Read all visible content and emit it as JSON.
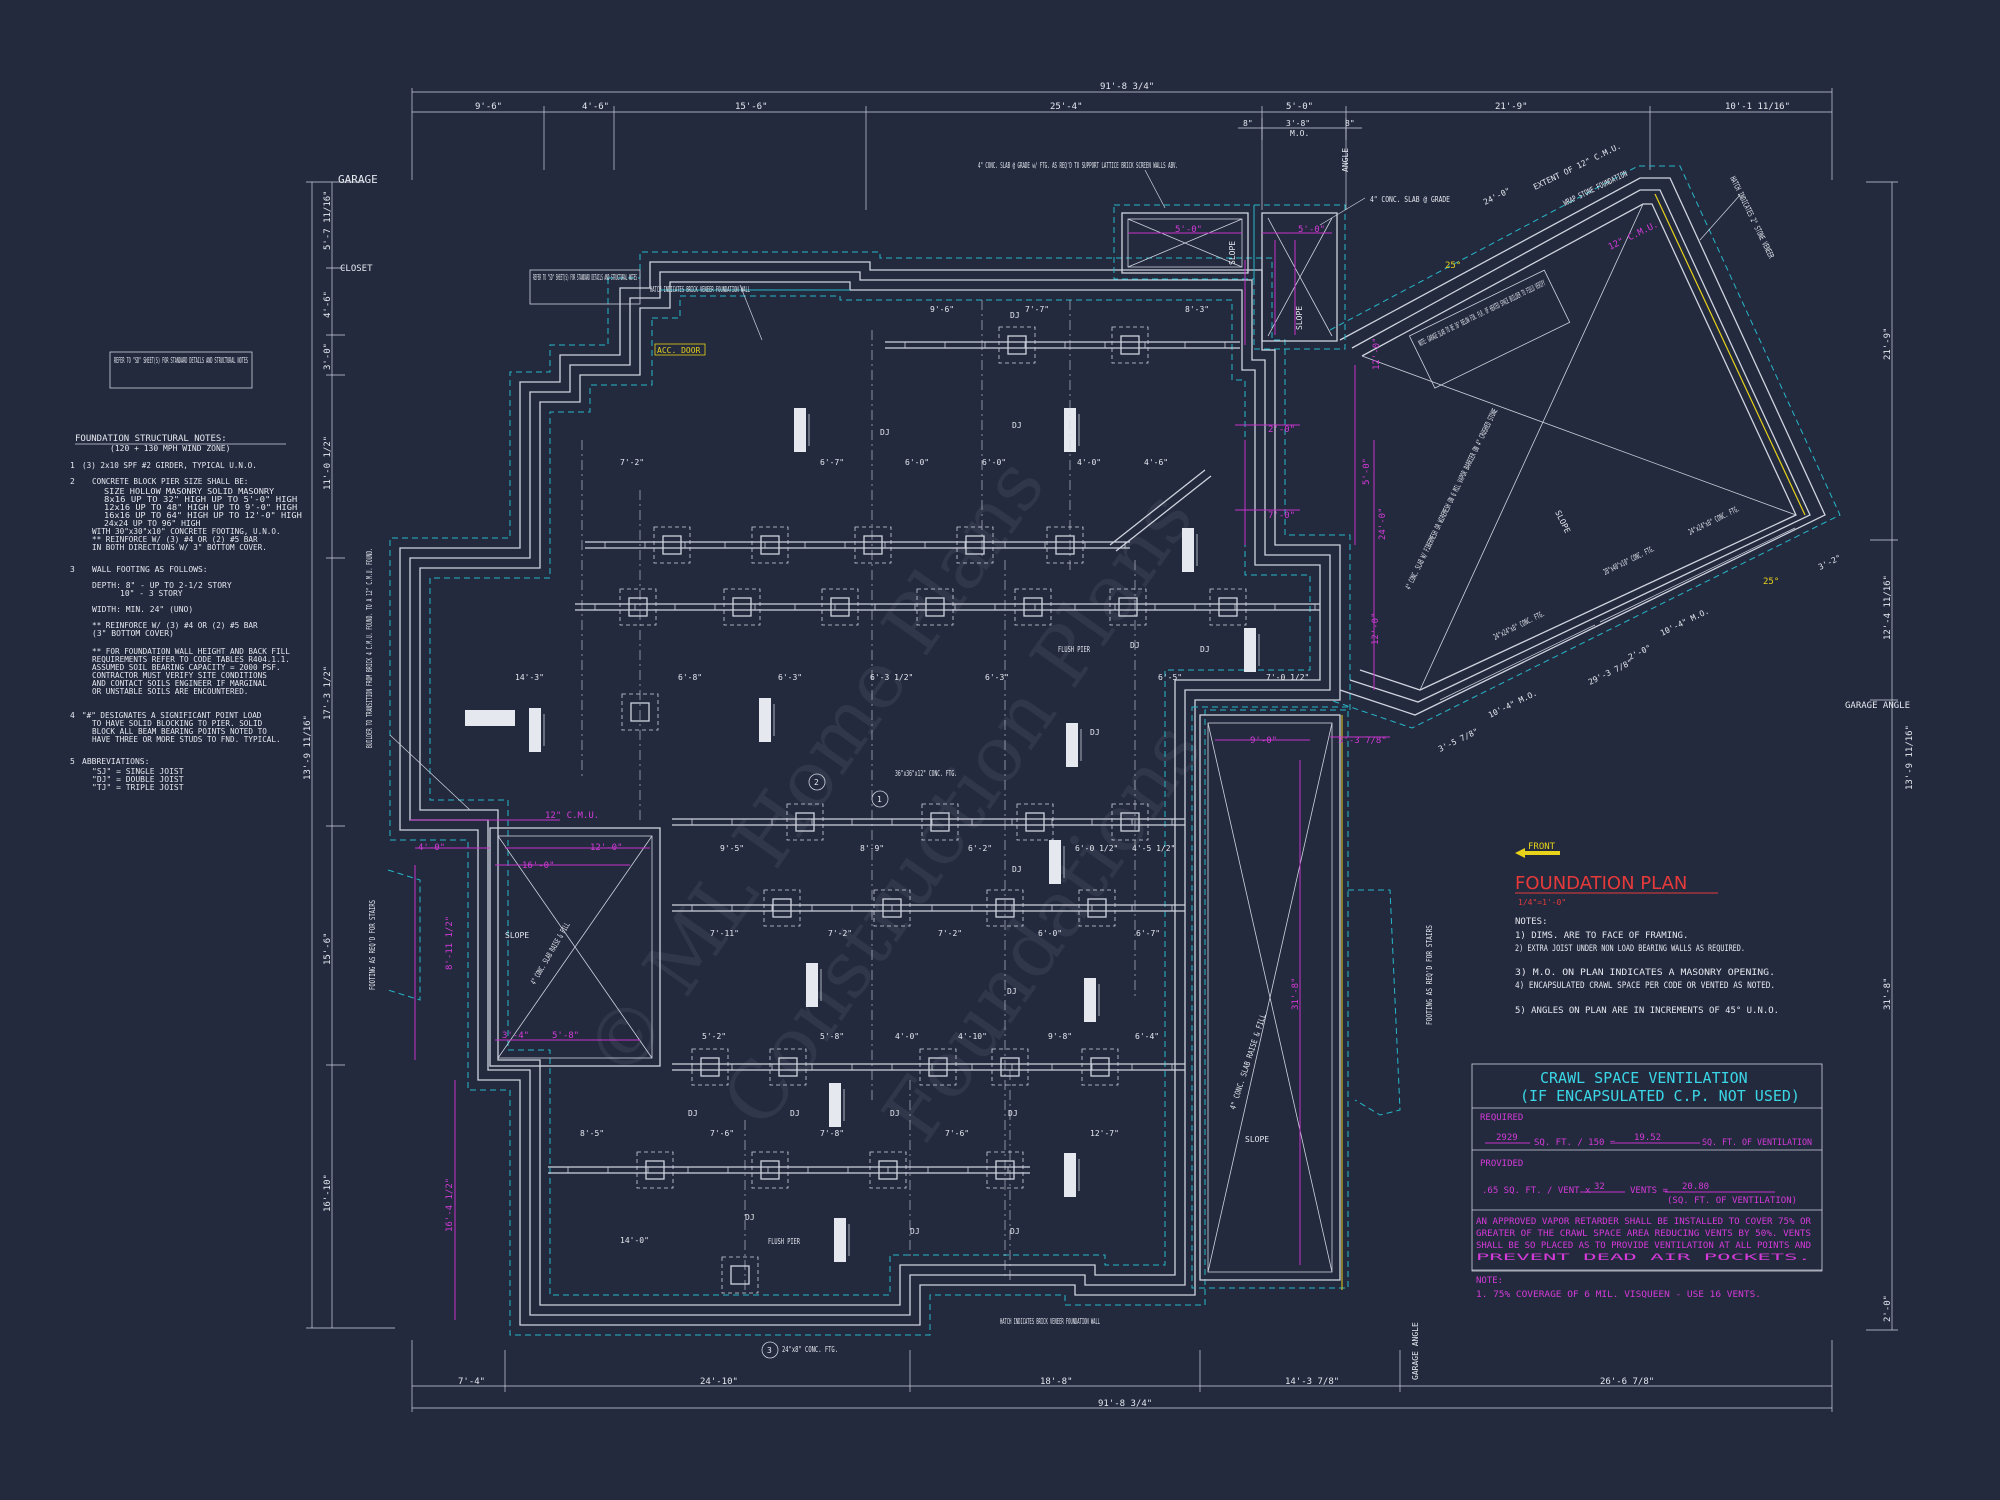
{
  "watermark": [
    "© ML Home Plans",
    "Construction Plans",
    "Foundations"
  ],
  "dims_top": {
    "overall": "91'-8 3/4\"",
    "segments": [
      "9'-6\"",
      "4'-6\"",
      "15'-6\"",
      "25'-4\"",
      "5'-0\"",
      "21'-9\"",
      "10'-1 11/16\""
    ],
    "small": [
      "8\"",
      "3'-8\"",
      "8\""
    ],
    "mo": "M.O.",
    "angle": "ANGLE"
  },
  "dims_bottom": {
    "overall": "91'-8 3/4\"",
    "segments": [
      "7'-4\"",
      "24'-10\"",
      "18'-8\"",
      "14'-3 7/8\"",
      "26'-6 7/8\""
    ],
    "garage_angle": "GARAGE ANGLE"
  },
  "dims_left": {
    "garage": "GARAGE",
    "closet": "CLOSET",
    "segments": [
      "5'-7 11/16\"",
      "4'-6\"",
      "3'-0\"",
      "11'-0 1/2\"",
      "17'-3 1/2\"",
      "13'-9 11/16\"",
      "15'-6\"",
      "16'-10\""
    ]
  },
  "dims_right": {
    "segments": [
      "21'-9\"",
      "12'-4 11/16\"",
      "13'-9 11/16\"",
      "31'-8\"",
      "2'-0\""
    ],
    "garage_angle": "GARAGE ANGLE"
  },
  "side_notes": {
    "refer_box": "REFER TO \"SD\" SHEET(S) FOR STANDARD DETAILS AND STRUCTURAL NOTES",
    "title": "FOUNDATION STRUCTURAL NOTES:",
    "subtitle": "(120 + 130 MPH WIND ZONE)",
    "lines": [
      "(3) 2x10 SPF #2 GIRDER, TYPICAL U.N.O.",
      "CONCRETE BLOCK PIER SIZE SHALL BE:",
      "SIZE   HOLLOW MASONRY   SOLID MASONRY",
      "8x16    UP TO 32\" HIGH    UP TO 5'-0\" HIGH",
      "12x16   UP TO 48\" HIGH    UP TO 9'-0\" HIGH",
      "16x16   UP TO 64\" HIGH    UP TO 12'-0\" HIGH",
      "24x24   UP TO 96\" HIGH",
      "WITH 30\"x30\"x10\" CONCRETE FOOTING, U.N.O.",
      "** REINFORCE W/ (3) #4 OR (2) #5 BAR",
      "IN BOTH DIRECTIONS W/ 3\" BOTTOM COVER.",
      "WALL FOOTING AS FOLLOWS:",
      "DEPTH:  8\" - UP TO 2-1/2 STORY",
      "10\" - 3 STORY",
      "WIDTH:  MIN. 24\" (UNO)",
      "** REINFORCE W/ (3) #4 OR (2) #5 BAR",
      "(3\" BOTTOM COVER)",
      "** FOR FOUNDATION WALL HEIGHT AND BACK FILL",
      "REQUIREMENTS REFER TO CODE TABLES R404.1.1.",
      "ASSUMED SOIL BEARING CAPACITY = 2000 PSF.",
      "CONTRACTOR MUST VERIFY SITE CONDITIONS",
      "AND CONTACT SOILS ENGINEER IF MARGINAL",
      "OR UNSTABLE SOILS ARE ENCOUNTERED.",
      "\"#\" DESIGNATES A SIGNIFICANT POINT LOAD",
      "TO HAVE SOLID BLOCKING TO PIER. SOLID",
      "BLOCK ALL BEAM BEARING POINTS NOTED TO",
      "HAVE THREE OR MORE STUDS TO FND. TYPICAL.",
      "ABBREVIATIONS:",
      "\"SJ\" = SINGLE JOIST",
      "\"DJ\" = DOUBLE JOIST",
      "\"TJ\" = TRIPLE JOIST"
    ],
    "numbers": [
      "1",
      "2",
      "3",
      "4",
      "5"
    ]
  },
  "callouts": {
    "slab_grade_lattice": "4\" CONC. SLAB @ GRADE w/ FTG. AS REQ'D TO SUPPORT LATTICE BRICK SCREEN WALLS ABV.",
    "slab_grade": "4\" CONC. SLAB @ GRADE",
    "refer_sd": "REFER TO \"SD\" SHEET(S) FOR STANDARD DETAILS AND STRUCTURAL NOTES",
    "hatch_brick": "HATCH INDICATES BRICK VENEER FOUNDATION WALL",
    "acc_door": "ACC. DOOR",
    "extent_cmu": "EXTENT OF 12\" C.M.U.",
    "wrap_stone": "WRAP STONE FOUNDATION",
    "hatch_stone": "HATCH INDICATES 2\" STONE VENEER",
    "garage_note": "NOTE: GARAGE SLAB TO BE 36\" BELOW FIN. FLR. OF HEATED SPACE BUILDER TO FIELD VERIFY",
    "garage_slab": "4\" CONC. SLAB W/ FIBERMESH OR WIREMESH ON 6 MIL VAPOR BARRIER ON 4\" CRUSHED STONE",
    "builder_transition": "BUILDER TO TRANSITION FROM BRICK 4 C.M.U. FOUND. TO A 12\" C.M.U. FOUND.",
    "footing_stairs": "FOOTING AS REQ'D FOR STAIRS",
    "conc_slab_raise": "4\" CONC. SLAB RAISE & FILL",
    "ftg_36": "36\"x36\"x12\" CONC. FTG.",
    "ftg_28": "28\"x40\"x10\" CONC. FTG.",
    "ftg_24a": "24\"x24\"x8\" CONC. FTG.",
    "ftg_24b": "24\"x24\"x8\" CONC. FTG.",
    "ftg_24c": "24\"x8\" CONC. FTG.",
    "flush_pier": "FLUSH PIER",
    "slope": "SLOPE",
    "cmu_12": "12\" C.M.U.",
    "front": "FRONT",
    "angle_25": "25°"
  },
  "plan_dims": {
    "a": "9'-6\"",
    "b": "7'-7\"",
    "c": "8'-3\"",
    "d": "7'-2\"",
    "e": "6'-7\"",
    "f": "6'-0\"",
    "g": "6'-0\"",
    "h": "4'-0\"",
    "i": "4'-6\"",
    "j": "14'-3\"",
    "k": "6'-8\"",
    "l": "6'-3\"",
    "m": "6'-3 1/2\"",
    "n": "6'-3\"",
    "o": "6'-5\"",
    "p": "7'-0 1/2\"",
    "q": "9'-5\"",
    "r": "8'-9\"",
    "s": "6'-2\"",
    "t": "6'-0 1/2\"",
    "u": "4'-5 1/2\"",
    "v": "7'-11\"",
    "w": "7'-2\"",
    "x": "7'-2\"",
    "y": "6'-0\"",
    "z": "6'-7\"",
    "aa": "5'-2\"",
    "ab": "5'-8\"",
    "ac": "4'-0\"",
    "ad": "4'-10\"",
    "ae": "9'-8\"",
    "af": "6'-4\"",
    "ag": "8'-5\"",
    "ah": "7'-6\"",
    "ai": "7'-8\"",
    "aj": "7'-6\"",
    "ak": "12'-7\"",
    "al": "14'-0\"",
    "am": "10'-4\" M.O.",
    "an": "10'-4\" M.O.",
    "ao": "29'-3 7/8\"",
    "ap": "3'-5 7/8\"",
    "aq": "2'-0\"",
    "ar": "3'-2\"",
    "as": "24'-0\"",
    "mg1": "5'-0\"",
    "mg2": "5'-0\"",
    "mg3": "2'-0\"",
    "mg4": "7'-0\"",
    "mg5": "9'-0\"",
    "mg6": "5'-3 7/8\"",
    "mg7": "4'-0\"",
    "mg8": "12'-0\"",
    "mg9": "16'-0\"",
    "mg10": "3'-4\"",
    "mg11": "5'-8\"",
    "mg12": "31'-8\"",
    "mg13": "16'-4 1/2\"",
    "mg14": "8'-11 1/2\"",
    "mg15": "12'-0\"",
    "mg16": "24'-0\"",
    "mg17": "5'-0\"",
    "mg18": "12'-0\""
  },
  "foundation_plan": {
    "title": "FOUNDATION PLAN",
    "scale": "1/4\"=1'-0\"",
    "notes_heading": "NOTES:",
    "notes": [
      "1) DIMS. ARE TO FACE OF FRAMING.",
      "2) EXTRA JOIST UNDER NON LOAD BEARING WALLS AS REQUIRED.",
      "3) M.O. ON PLAN INDICATES A MASONRY OPENING.",
      "4) ENCAPSULATED CRAWL SPACE PER CODE OR VENTED AS NOTED.",
      "5) ANGLES ON PLAN ARE IN INCREMENTS OF 45° U.N.O."
    ]
  },
  "ventilation": {
    "title": "CRAWL SPACE VENTILATION",
    "subtitle": "(IF ENCAPSULATED C.P. NOT USED)",
    "required_label": "REQUIRED",
    "sqft": "2929",
    "required_text": "SQ. FT. / 150 =",
    "required_value": "19.52",
    "required_unit": "SQ. FT. OF VENTILATION",
    "provided_label": "PROVIDED",
    "per_vent": ".65 SQ. FT. / VENT x",
    "vents": "32",
    "vents_text": "VENTS =",
    "provided_value": "20.80",
    "provided_unit": "(SQ. FT. OF VENTILATION)",
    "vapor_note": "AN APPROVED VAPOR RETARDER SHALL BE INSTALLED TO COVER 75% OR GREATER OF THE CRAWL SPACE AREA REDUCING VENTS BY 50%. VENTS SHALL BE SO PLACED AS TO PROVIDE VENTILATION AT ALL POINTS AND PREVENT DEAD AIR POCKETS.",
    "note_label": "NOTE:",
    "note": "1. 75% COVERAGE OF 6 MIL. VISQUEEN - USE 16 VENTS."
  },
  "joist_labels": [
    "DJ"
  ],
  "colors": {
    "background": "#232a3e",
    "line": "#cfd3de",
    "cyan": "#27b6c8",
    "magenta": "#c633c9",
    "red": "#e63a3a",
    "yellow": "#e8d21a"
  }
}
